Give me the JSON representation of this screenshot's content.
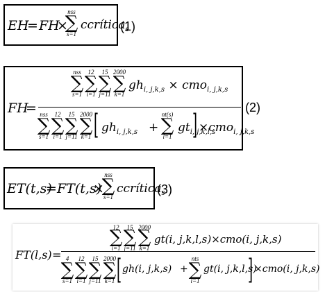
{
  "eq1": {
    "lhs": "EH",
    "eq": "=",
    "fh": "FH",
    "times": "×",
    "upper": "nss",
    "lower": "s=1",
    "term": "ccrítica",
    "sub": "s",
    "label": "(1)"
  },
  "eq2": {
    "lhs": "FH",
    "eq": "=",
    "num_sums": [
      {
        "upper": "nss",
        "lower": "s=1"
      },
      {
        "upper": "12",
        "lower": "i=1"
      },
      {
        "upper": "15",
        "lower": "j=11"
      },
      {
        "upper": "2000",
        "lower": "k=1"
      }
    ],
    "num_term": "gh",
    "num_sub": "i, j,k,s",
    "times": "×",
    "num_cmo": "cmo",
    "num_cmo_sub": "i, j,k,s",
    "den_sums": [
      {
        "upper": "nss",
        "lower": "s=1"
      },
      {
        "upper": "12",
        "lower": "i=1"
      },
      {
        "upper": "15",
        "lower": "j=11"
      },
      {
        "upper": "2000",
        "lower": "k=1"
      }
    ],
    "den_gh": "gh",
    "den_gh_sub": "i, j,k,s",
    "plus": "+",
    "den_inner_upper": "nt(s)",
    "den_inner_lower": "l=1",
    "den_gt": "gt",
    "den_gt_sub": "i, j,k,l,s",
    "den_cmo": "cmo",
    "den_cmo_sub": "i, j,k,s",
    "label": "(2)"
  },
  "eq3": {
    "lhs": "ET(t,s)",
    "eq": "=",
    "ft": "FT(t,s)",
    "times": "×",
    "upper": "nss",
    "lower": "s=1",
    "term": "ccrítica",
    "sub": "s",
    "label": "(3)"
  },
  "eq4": {
    "lhs": "FT(l,s)",
    "eq": "=",
    "num_sums": [
      {
        "upper": "12",
        "lower": "i=1"
      },
      {
        "upper": "15",
        "lower": "j=11"
      },
      {
        "upper": "2000",
        "lower": "k=1"
      }
    ],
    "num_expr": "gt(i, j,k,l,s)×cmo(i, j,k,s)",
    "den_sums": [
      {
        "upper": "4",
        "lower": "s=1"
      },
      {
        "upper": "12",
        "lower": "i=1"
      },
      {
        "upper": "15",
        "lower": "j=11"
      },
      {
        "upper": "2000",
        "lower": "k=1"
      }
    ],
    "den_gh": "gh(i, j,k,s)",
    "plus": "+",
    "den_inner_upper": "nts",
    "den_inner_lower": "l=1",
    "den_gt": "gt(i, j,k,l,s)",
    "den_cmo": "×cmo(i, j,k,s)"
  }
}
